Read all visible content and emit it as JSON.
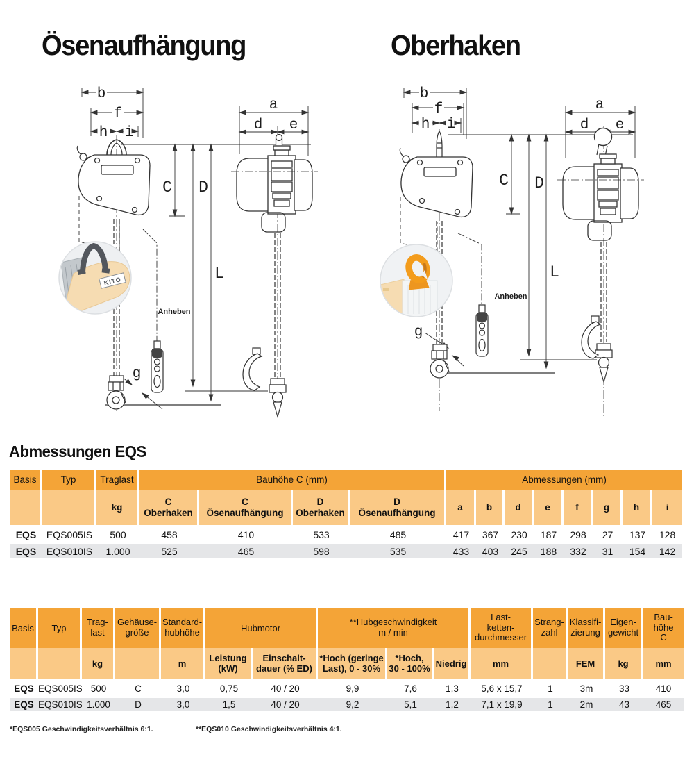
{
  "titles": {
    "left": "Ösenaufhängung",
    "right": "Oberhaken",
    "section": "Abmessungen EQS"
  },
  "dims": {
    "a": "a",
    "b": "b",
    "c": "C",
    "d_cap": "D",
    "d": "d",
    "e": "e",
    "f": "f",
    "g": "g",
    "h": "h",
    "i": "i",
    "l": "L"
  },
  "labels": {
    "anheben": "Anheben",
    "kito": "KITO"
  },
  "table1": {
    "groups": {
      "basis": "Basis",
      "typ": "Typ",
      "traglast": "Traglast",
      "bauhoehe": "Bauhöhe C (mm)",
      "abmessungen": "Abmessungen (mm)"
    },
    "sub": {
      "kg": "kg",
      "c_ober": "C\nOberhaken",
      "c_oesen": "C\nÖsenaufhängung",
      "d_ober": "D\nOberhaken",
      "d_oesen": "D\nÖsenaufhängung",
      "a": "a",
      "b": "b",
      "d": "d",
      "e": "e",
      "f": "f",
      "g": "g",
      "h": "h",
      "i": "i"
    },
    "rows": [
      [
        "EQS",
        "EQS005IS",
        "500",
        "458",
        "410",
        "533",
        "485",
        "417",
        "367",
        "230",
        "187",
        "298",
        "27",
        "137",
        "128"
      ],
      [
        "EQS",
        "EQS010IS",
        "1.000",
        "525",
        "465",
        "598",
        "535",
        "433",
        "403",
        "245",
        "188",
        "332",
        "31",
        "154",
        "142"
      ]
    ]
  },
  "table2": {
    "groups": {
      "basis": "Basis",
      "typ": "Typ",
      "traglast": "Trag-\nlast",
      "gehaeuse": "Gehäuse-\ngröße",
      "hubhoehe": "Standard-\nhubhöhe",
      "hubmotor": "Hubmotor",
      "hubgeschwindigkeit": "**Hubgeschwindigkeit\nm / min",
      "lastkette": "Last-\nketten-\ndurchmesser",
      "strangzahl": "Strang-\nzahl",
      "klassifizierung": "Klassifi-\nzierung",
      "eigengewicht": "Eigen-\ngewicht",
      "bauhoehe": "Bau-\nhöhe\nC"
    },
    "sub": {
      "kg": "kg",
      "m": "m",
      "leistung": "Leistung\n(kW)",
      "einschaltdauer": "Einschalt-\ndauer (% ED)",
      "hoch_geringe": "*Hoch (geringe\nLast), 0 - 30%",
      "hoch": "*Hoch,\n30 - 100%",
      "niedrig": "Niedrig",
      "mm": "mm",
      "fem": "FEM",
      "kg2": "kg",
      "mm2": "mm"
    },
    "rows": [
      [
        "EQS",
        "EQS005IS",
        "500",
        "C",
        "3,0",
        "0,75",
        "40 / 20",
        "9,9",
        "7,6",
        "1,3",
        "5,6 x 15,7",
        "1",
        "3m",
        "33",
        "410"
      ],
      [
        "EQS",
        "EQS010IS",
        "1.000",
        "D",
        "3,0",
        "1,5",
        "40 / 20",
        "9,2",
        "5,1",
        "1,2",
        "7,1 x 19,9",
        "1",
        "2m",
        "43",
        "465"
      ]
    ]
  },
  "footnotes": {
    "left": "*EQS005 Geschwindigkeitsverhältnis 6:1.",
    "right": "**EQS010 Geschwindigkeitsverhältnis 4:1."
  },
  "colors": {
    "header_orange": "#F4A437",
    "subheader_orange": "#FAC986",
    "row_alt_gray": "#E5E6E8",
    "drawing_line": "#333333",
    "inset_orange": "#F39C1C",
    "inset_beige": "#F6DCB2"
  }
}
